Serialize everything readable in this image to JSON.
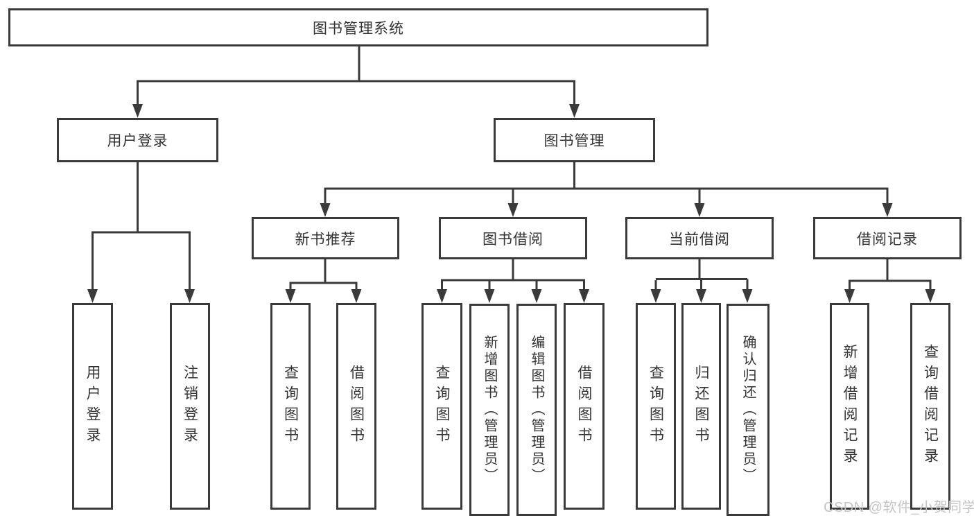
{
  "diagram": {
    "root": {
      "label": "图书管理系统"
    },
    "branches": [
      {
        "label": "用户登录",
        "children": [
          {
            "label": "用户登录"
          },
          {
            "label": "注销登录"
          }
        ]
      },
      {
        "label": "图书管理",
        "children": [
          {
            "label": "新书推荐",
            "children": [
              {
                "label": "查询图书"
              },
              {
                "label": "借阅图书"
              }
            ]
          },
          {
            "label": "图书借阅",
            "children": [
              {
                "label": "查询图书"
              },
              {
                "label": "新增图书（管理员）"
              },
              {
                "label": "编辑图书（管理员）"
              },
              {
                "label": "借阅图书"
              }
            ]
          },
          {
            "label": "当前借阅",
            "children": [
              {
                "label": "查询图书"
              },
              {
                "label": "归还图书"
              },
              {
                "label": "确认归还（管理员）"
              }
            ]
          },
          {
            "label": "借阅记录",
            "children": [
              {
                "label": "新增借阅记录"
              },
              {
                "label": "查询借阅记录"
              }
            ]
          }
        ]
      }
    ]
  },
  "watermark": {
    "text": "CSDN @软件_小贺同学"
  },
  "colors": {
    "line": "#3a3a3a",
    "text": "#333333",
    "watermark": "#c4c4c4",
    "background": "#ffffff"
  }
}
